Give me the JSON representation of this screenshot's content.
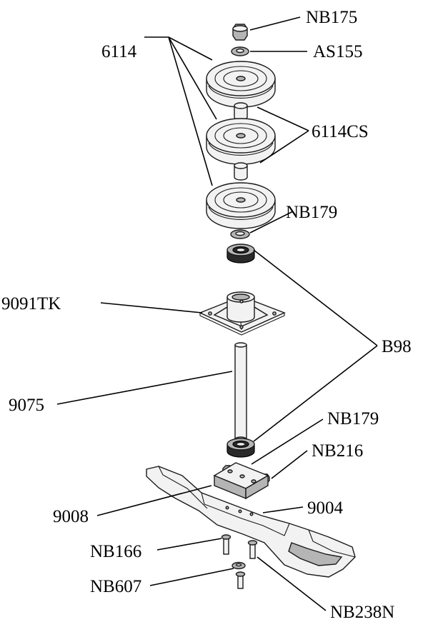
{
  "labels": {
    "nb175": "NB175",
    "as155": "AS155",
    "p6114": "6114",
    "p6114cs": "6114CS",
    "nb179_top": "NB179",
    "p9091tk": "9091TK",
    "b98": "B98",
    "p9075": "9075",
    "nb179_bottom": "NB179",
    "nb216": "NB216",
    "p9008": "9008",
    "p9004": "9004",
    "nb166": "NB166",
    "nb607": "NB607",
    "nb238n": "NB238N"
  }
}
